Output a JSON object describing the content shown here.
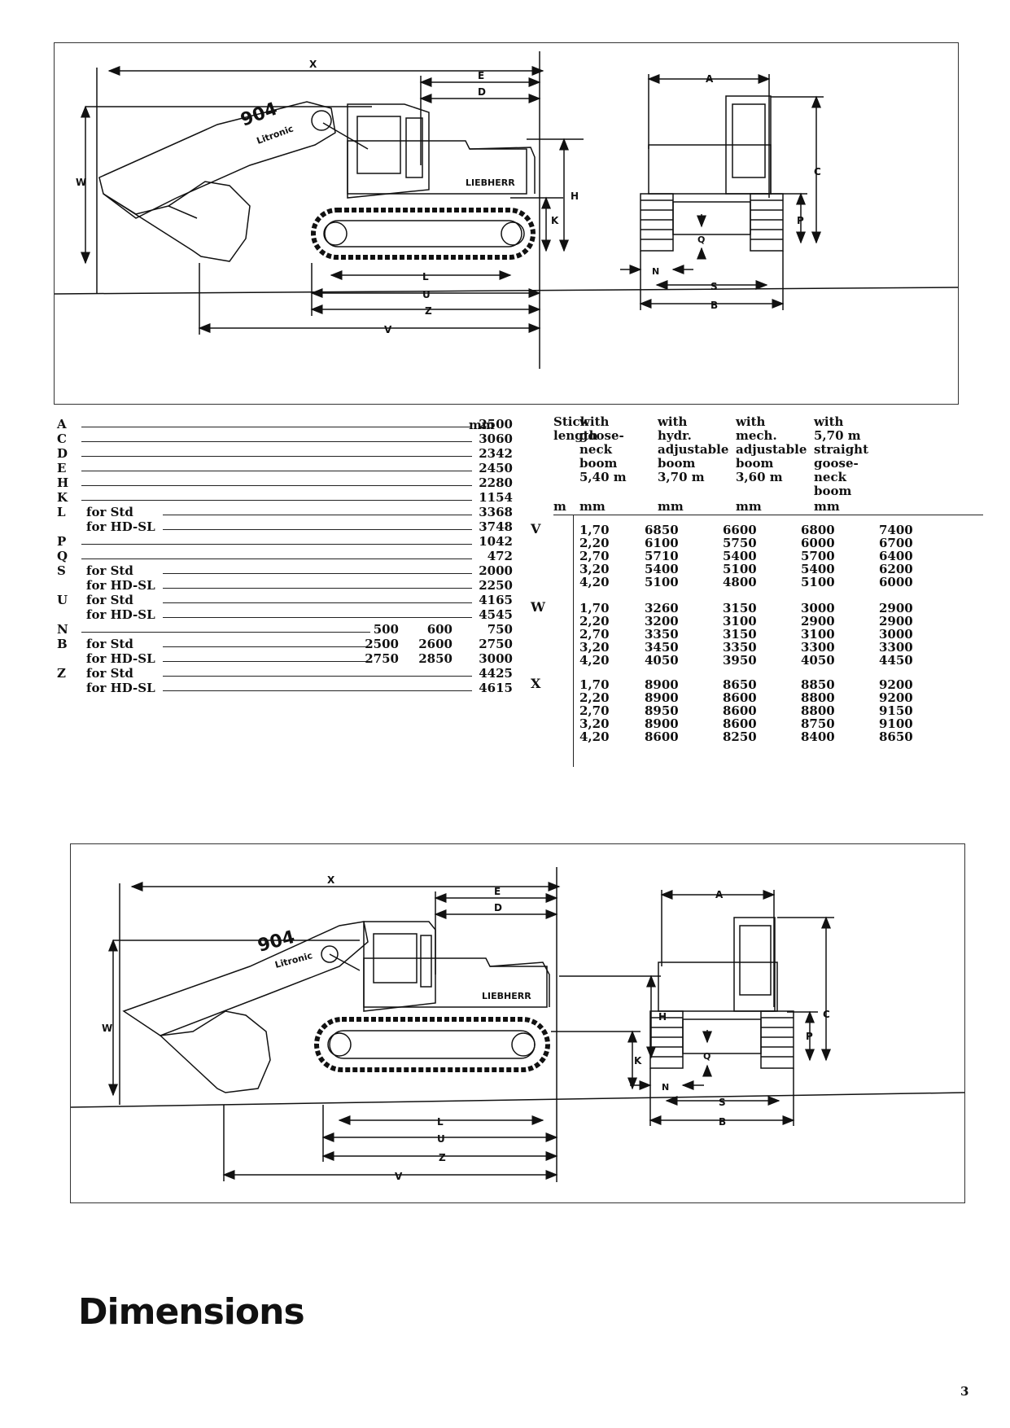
{
  "drawing_labels": {
    "X": "X",
    "E": "E",
    "D": "D",
    "W": "W",
    "H": "H",
    "K": "K",
    "L": "L",
    "U": "U",
    "Z": "Z",
    "V": "V",
    "A": "A",
    "C": "C",
    "P": "P",
    "Q": "Q",
    "N": "N",
    "S": "S",
    "B": "B",
    "model": "904",
    "model_sub": "Litronic",
    "brand": "LIEBHERR"
  },
  "dims": {
    "unit": "mm",
    "rows": [
      {
        "label": "A",
        "note": "",
        "values": [
          "2500"
        ]
      },
      {
        "label": "C",
        "note": "",
        "values": [
          "3060"
        ]
      },
      {
        "label": "D",
        "note": "",
        "values": [
          "2342"
        ]
      },
      {
        "label": "E",
        "note": "",
        "values": [
          "2450"
        ]
      },
      {
        "label": "H",
        "note": "",
        "values": [
          "2280"
        ]
      },
      {
        "label": "K",
        "note": "",
        "values": [
          "1154"
        ]
      },
      {
        "label": "L",
        "note": "for Std",
        "values": [
          "3368"
        ]
      },
      {
        "label": "",
        "note": "for HD-SL",
        "values": [
          "3748"
        ]
      },
      {
        "label": "P",
        "note": "",
        "values": [
          "1042"
        ]
      },
      {
        "label": "Q",
        "note": "",
        "values": [
          "472"
        ]
      },
      {
        "label": "S",
        "note": "for Std",
        "values": [
          "2000"
        ]
      },
      {
        "label": "",
        "note": "for HD-SL",
        "values": [
          "2250"
        ]
      },
      {
        "label": "U",
        "note": "for Std",
        "values": [
          "4165"
        ]
      },
      {
        "label": "",
        "note": "for HD-SL",
        "values": [
          "4545"
        ]
      },
      {
        "label": "N",
        "note": "",
        "values": [
          "500",
          "600",
          "750"
        ]
      },
      {
        "label": "B",
        "note": "for Std",
        "values": [
          "2500",
          "2600",
          "2750"
        ]
      },
      {
        "label": "",
        "note": "for HD-SL",
        "values": [
          "2750",
          "2850",
          "3000"
        ]
      },
      {
        "label": "Z",
        "note": "for Std",
        "values": [
          "4425"
        ]
      },
      {
        "label": "",
        "note": "for HD-SL",
        "values": [
          "4615"
        ]
      }
    ]
  },
  "stick_table": {
    "headers": [
      {
        "text": "Stick\nlength",
        "unit": "m"
      },
      {
        "text": "with\ngoose-\nneck\nboom\n5,40 m",
        "unit": "mm"
      },
      {
        "text": "with\nhydr.\nadjustable\nboom\n3,70 m",
        "unit": "mm"
      },
      {
        "text": "with\nmech.\nadjustable\nboom\n3,60 m",
        "unit": "mm"
      },
      {
        "text": "with\n5,70 m\nstraight\ngoose-\nneck\nboom",
        "unit": "mm"
      }
    ],
    "groups": [
      {
        "label": "V",
        "rows": [
          [
            "1,70",
            "6850",
            "6600",
            "6800",
            "7400"
          ],
          [
            "2,20",
            "6100",
            "5750",
            "6000",
            "6700"
          ],
          [
            "2,70",
            "5710",
            "5400",
            "5700",
            "6400"
          ],
          [
            "3,20",
            "5400",
            "5100",
            "5400",
            "6200"
          ],
          [
            "4,20",
            "5100",
            "4800",
            "5100",
            "6000"
          ]
        ]
      },
      {
        "label": "W",
        "rows": [
          [
            "1,70",
            "3260",
            "3150",
            "3000",
            "2900"
          ],
          [
            "2,20",
            "3200",
            "3100",
            "2900",
            "2900"
          ],
          [
            "2,70",
            "3350",
            "3150",
            "3100",
            "3000"
          ],
          [
            "3,20",
            "3450",
            "3350",
            "3300",
            "3300"
          ],
          [
            "4,20",
            "4050",
            "3950",
            "4050",
            "4450"
          ]
        ]
      },
      {
        "label": "X",
        "rows": [
          [
            "1,70",
            "8900",
            "8650",
            "8850",
            "9200"
          ],
          [
            "2,20",
            "8900",
            "8600",
            "8800",
            "9200"
          ],
          [
            "2,70",
            "8950",
            "8600",
            "8800",
            "9150"
          ],
          [
            "3,20",
            "8900",
            "8600",
            "8750",
            "9100"
          ],
          [
            "4,20",
            "8600",
            "8250",
            "8400",
            "8650"
          ]
        ]
      }
    ]
  },
  "page_title": "Dimensions",
  "page_number": "3"
}
